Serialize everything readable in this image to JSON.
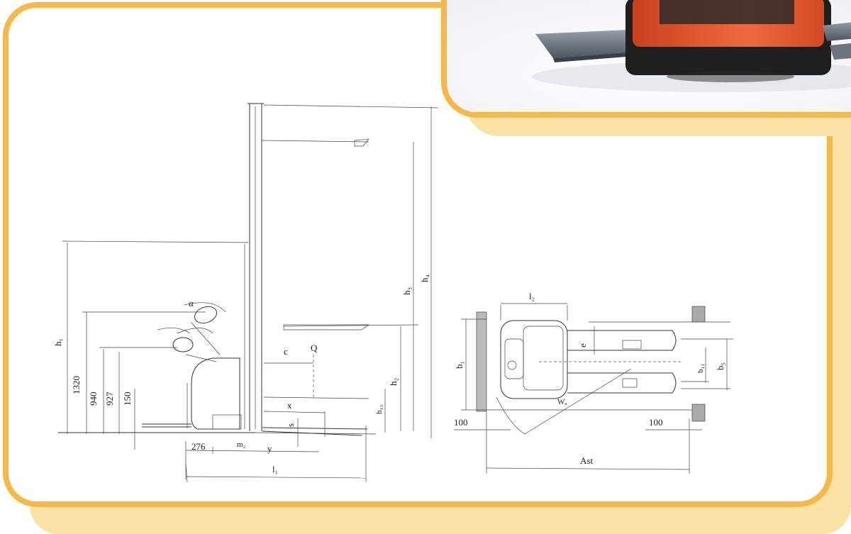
{
  "side_view": {
    "dim_1320": "1320",
    "dim_940": "940",
    "dim_927": "927",
    "dim_150": "150",
    "dim_276": "276",
    "label_h1": "h₁",
    "label_h3": "h₃",
    "label_h4": "h₄",
    "label_h2": "h₂",
    "label_h13": "h₁₃",
    "label_alpha": "α",
    "label_c": "c",
    "label_Q": "Q",
    "label_x": "x",
    "label_y": "y",
    "label_s": "s",
    "label_m2": "m₂",
    "label_l1": "l₁"
  },
  "top_view": {
    "label_l2": "l₂",
    "label_b1": "b₁",
    "label_e": "e",
    "label_b11": "b₁₁",
    "label_b5": "b₅",
    "label_wa": "Wₐ",
    "dim_100_left": "100",
    "dim_100_right": "100",
    "label_ast": "Ast"
  },
  "colors": {
    "frame": "#f7b84a",
    "frame_shadow": "#fbe3a6",
    "truck_red": "#e2512a",
    "truck_dark": "#2b2b2b"
  }
}
